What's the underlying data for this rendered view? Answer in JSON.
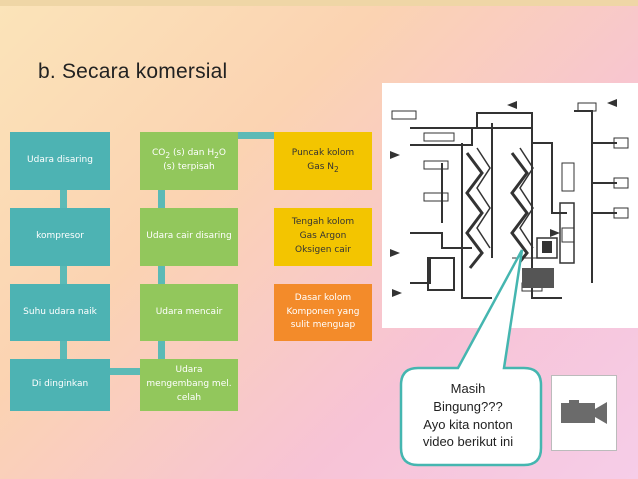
{
  "slide": {
    "title": "b. Secara komersial"
  },
  "flow": {
    "col1": [
      "Udara disaring",
      "kompresor",
      "Suhu udara naik",
      "Di dinginkan"
    ],
    "col2": {
      "co2_prefix": "CO",
      "co2_sub": "2",
      "co2_mid": " (s) dan H",
      "h2o_sub": "2",
      "co2_suffix": "O",
      "co2_line2": "(s) terpisah",
      "cair": "Udara cair disaring",
      "mencair": "Udara mencair",
      "mengembang": [
        "Udara",
        "mengembang mel.",
        "celah"
      ]
    },
    "col3": {
      "puncak": [
        "Puncak kolom",
        "Gas N"
      ],
      "puncak_sub": "2",
      "tengah": [
        "Tengah kolom",
        "Gas Argon",
        "Oksigen cair"
      ],
      "dasar": [
        "Dasar kolom",
        "Komponen yang",
        "sulit menguap"
      ]
    }
  },
  "bubble": {
    "lines": [
      "Masih",
      "Bingung???",
      "Ayo kita nonton",
      "video berikut ini"
    ]
  },
  "icons": {
    "video": "video-camera-icon"
  },
  "colors": {
    "teal": "#4db3b3",
    "green": "#92c75c",
    "yellow": "#f3c500",
    "orange": "#f38b2a"
  }
}
